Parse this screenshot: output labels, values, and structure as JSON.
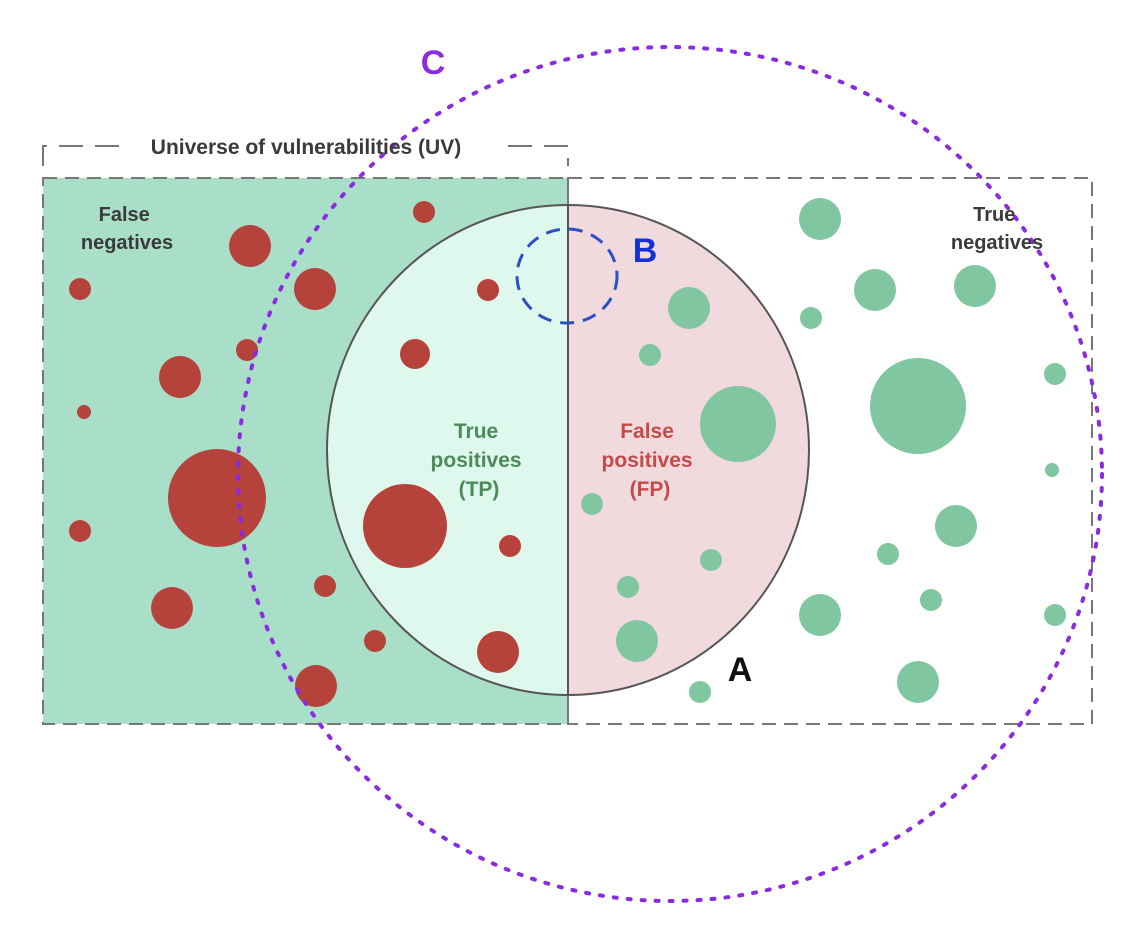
{
  "colors": {
    "fn_region": "#a9dfc8",
    "tp_region": "#dff8ee",
    "fp_region": "#f1dadd",
    "red_dot": "#b5423b",
    "green_dot": "#80c6a0",
    "dash_gray": "#777777",
    "circle_a": "#555555",
    "circle_b": "#2b4fc4",
    "circle_c": "#8a2be2",
    "text_dark": "#3a3a3a",
    "text_tp": "#4c8a5a",
    "text_fp": "#c54b4b",
    "text_b": "#1530d8",
    "text_c": "#8a2be2",
    "text_a": "#111111"
  },
  "labels": {
    "universe": "Universe of vulnerabilities (UV)",
    "false_negatives": [
      "False",
      "negatives"
    ],
    "true_negatives": [
      "True",
      "negatives"
    ],
    "true_positives": [
      "True",
      "positives",
      "(TP)"
    ],
    "false_positives": [
      "False",
      "positives",
      "(FP)"
    ],
    "marker_a": "A",
    "marker_b": "B",
    "marker_c": "C"
  }
}
